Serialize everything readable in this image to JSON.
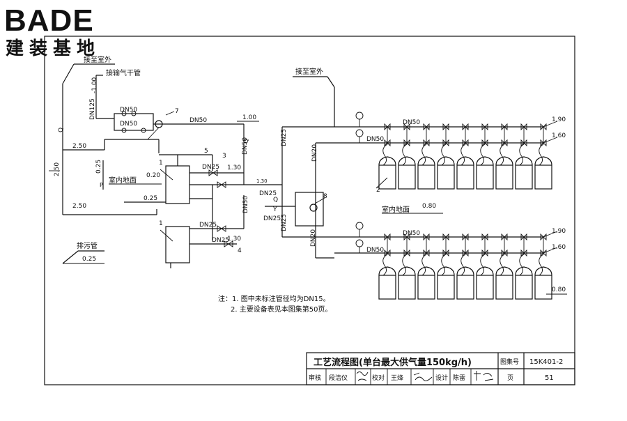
{
  "logo": {
    "latin": "BADE",
    "cjk": "建装基地",
    "color": "#2b2b2b"
  },
  "left": {
    "outdoor_top": "接至室外",
    "dry_pipe": "接输气干管",
    "elev_m100": "-1.00",
    "dn125": "DN125",
    "dn50_a": "DN50",
    "dn50_b": "DN50",
    "q_mark": "Q",
    "tag7": "7",
    "dn50_main": "DN50",
    "elev_100": "1.00",
    "dn50_vert": "DN50",
    "q_mark2": "Q",
    "elev_250_a": "2.50",
    "elev_250_side": "2.50",
    "elev_025": "0.25",
    "floor_label": "室内地面",
    "elev_020": "0.20",
    "p_mark": "P",
    "elev_025_b": "0.25",
    "elev_250_b": "2.50",
    "tag1_a": "1",
    "tag1_b": "1",
    "tag5": "5",
    "tag3": "3",
    "tag4": "4",
    "dn25_a": "DN25",
    "dn25_b": "DN25",
    "dn25_c": "DN25",
    "dn25_d": "DN25",
    "elev_130_a": "1.30",
    "elev_130_small": "1.30",
    "elev_130_b": "1.30",
    "dn50_mid": "DN50",
    "drain_label": "排污管",
    "elev_025_c": "0.25"
  },
  "center": {
    "dn25_top": "DN25",
    "dn20_top": "DN20",
    "dn25_q": "DN25",
    "q_mark": "Q",
    "y_mark": "Y",
    "dn25_y": "DN25",
    "dn25_low": "DN25",
    "dn20_low": "DN20",
    "tag8": "8"
  },
  "right": {
    "outdoor": "接至室外",
    "dn50_top": "DN50",
    "dn50_top2": "DN50",
    "elev_190_a": "1.90",
    "elev_160_a": "1.60",
    "tag2": "2",
    "floor_label": "室内地面",
    "elev_080_a": "0.80",
    "dn50_bot": "DN50",
    "dn50_bot2": "DN50",
    "elev_190_b": "1.90",
    "elev_160_b": "1.60",
    "elev_080_b": "0.80"
  },
  "notes": {
    "line1": "注：1. 图中未标注管径均为DN15。",
    "line2": "2. 主要设备表见本图集第50页。"
  },
  "title_block": {
    "title": "工艺流程图(单台最大供气量150kg/h)",
    "atlas_label": "图集号",
    "atlas_no": "15K401-2",
    "review": "审核",
    "reviewer": "段洁仪",
    "check": "校对",
    "checker": "王烽",
    "design": "设计",
    "designer": "陈雷",
    "page_label": "页",
    "page_no": "51"
  }
}
